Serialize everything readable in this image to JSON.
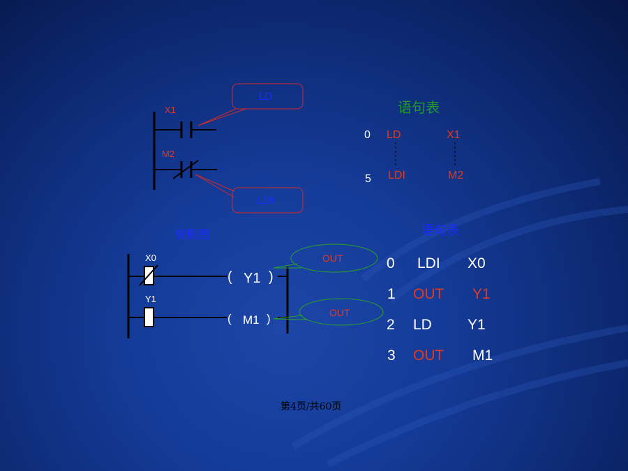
{
  "top_diagram": {
    "contact1_label": "X1",
    "contact2_label": "M2",
    "callout1_text": "LD",
    "callout2_text": "LDI",
    "caption": "梯形图"
  },
  "top_list": {
    "title": "语句表",
    "rows": [
      {
        "step": "0",
        "instr": "LD",
        "operand": "X1"
      },
      {
        "step": "5",
        "instr": "LDI",
        "operand": "M2"
      }
    ]
  },
  "bottom_diagram": {
    "contact1_label": "X0",
    "contact2_label": "Y1",
    "coil1_label": "Y1",
    "coil2_label": "M1",
    "callout1_text": "OUT",
    "callout2_text": "OUT"
  },
  "bottom_list": {
    "title": "语句表",
    "rows": [
      {
        "step": "0",
        "instr": "LDI",
        "operand": "X0"
      },
      {
        "step": "1",
        "instr": "OUT",
        "operand": "Y1"
      },
      {
        "step": "2",
        "instr": "LD",
        "operand": "Y1"
      },
      {
        "step": "3",
        "instr": "OUT",
        "operand": "M1"
      }
    ]
  },
  "footer": {
    "page_label": "第4页/共60页"
  },
  "colors": {
    "background": "#143a96",
    "wire": "#000000",
    "accent_red": "#e03a22",
    "accent_blue": "#1a2cff",
    "accent_green": "#1f9a2a"
  }
}
